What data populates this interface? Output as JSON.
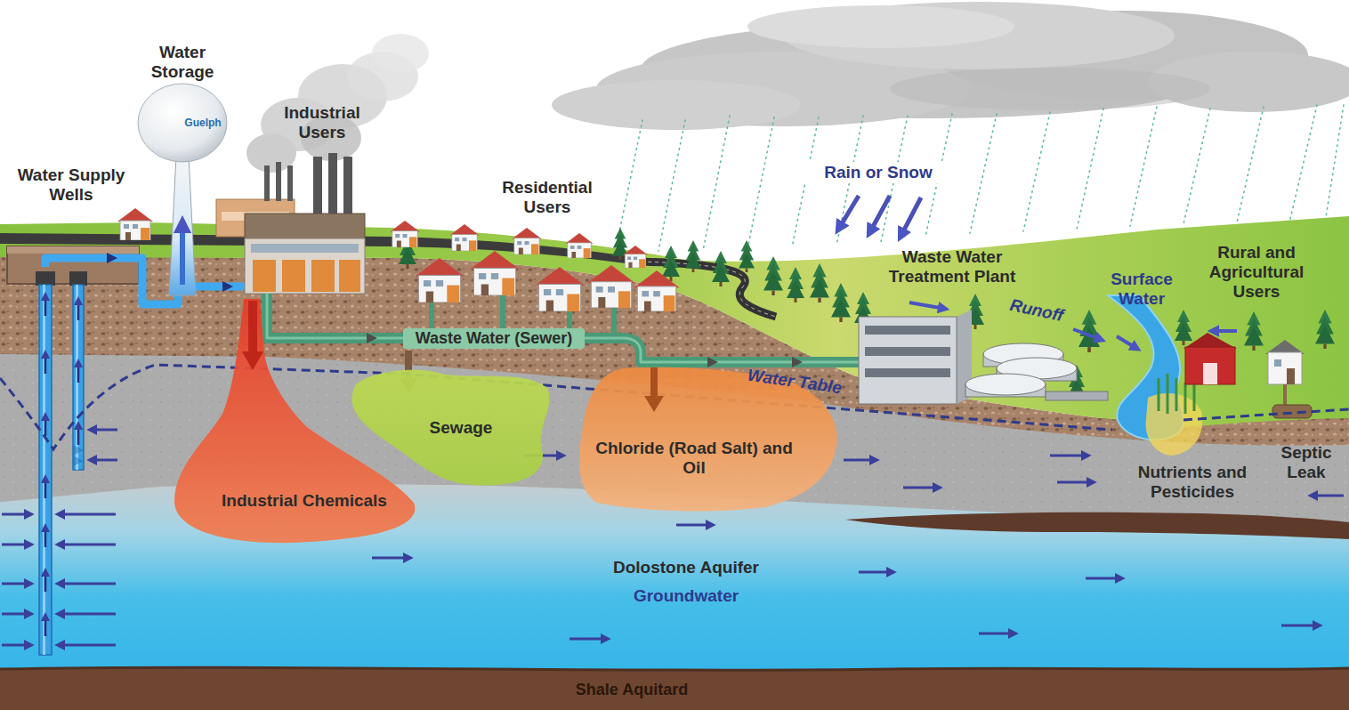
{
  "diagram": {
    "nodes": [
      {
        "text": [
          "Industrial Chemicals"
        ]
      },
      {
        "text": [
          "Sewage"
        ]
      },
      {
        "text": [
          "Chloride (Road Salt) and Oil"
        ]
      }
    ],
    "labels": [
      "Water Storage",
      "Guelph",
      "Industrial Users",
      "Water Supply Wells",
      "Residential Users",
      "Rain or Snow",
      "Waste Water Treatment Plant",
      "Surface Water",
      "Rural and Agricultural Users",
      "Runoff",
      "Waste Water (Sewer)",
      "Water Table",
      "Nutrients and Pesticides",
      "Septic Leak",
      "Dolostone Aquifer",
      "Groundwater",
      "Shale Aquitard"
    ]
  }
}
